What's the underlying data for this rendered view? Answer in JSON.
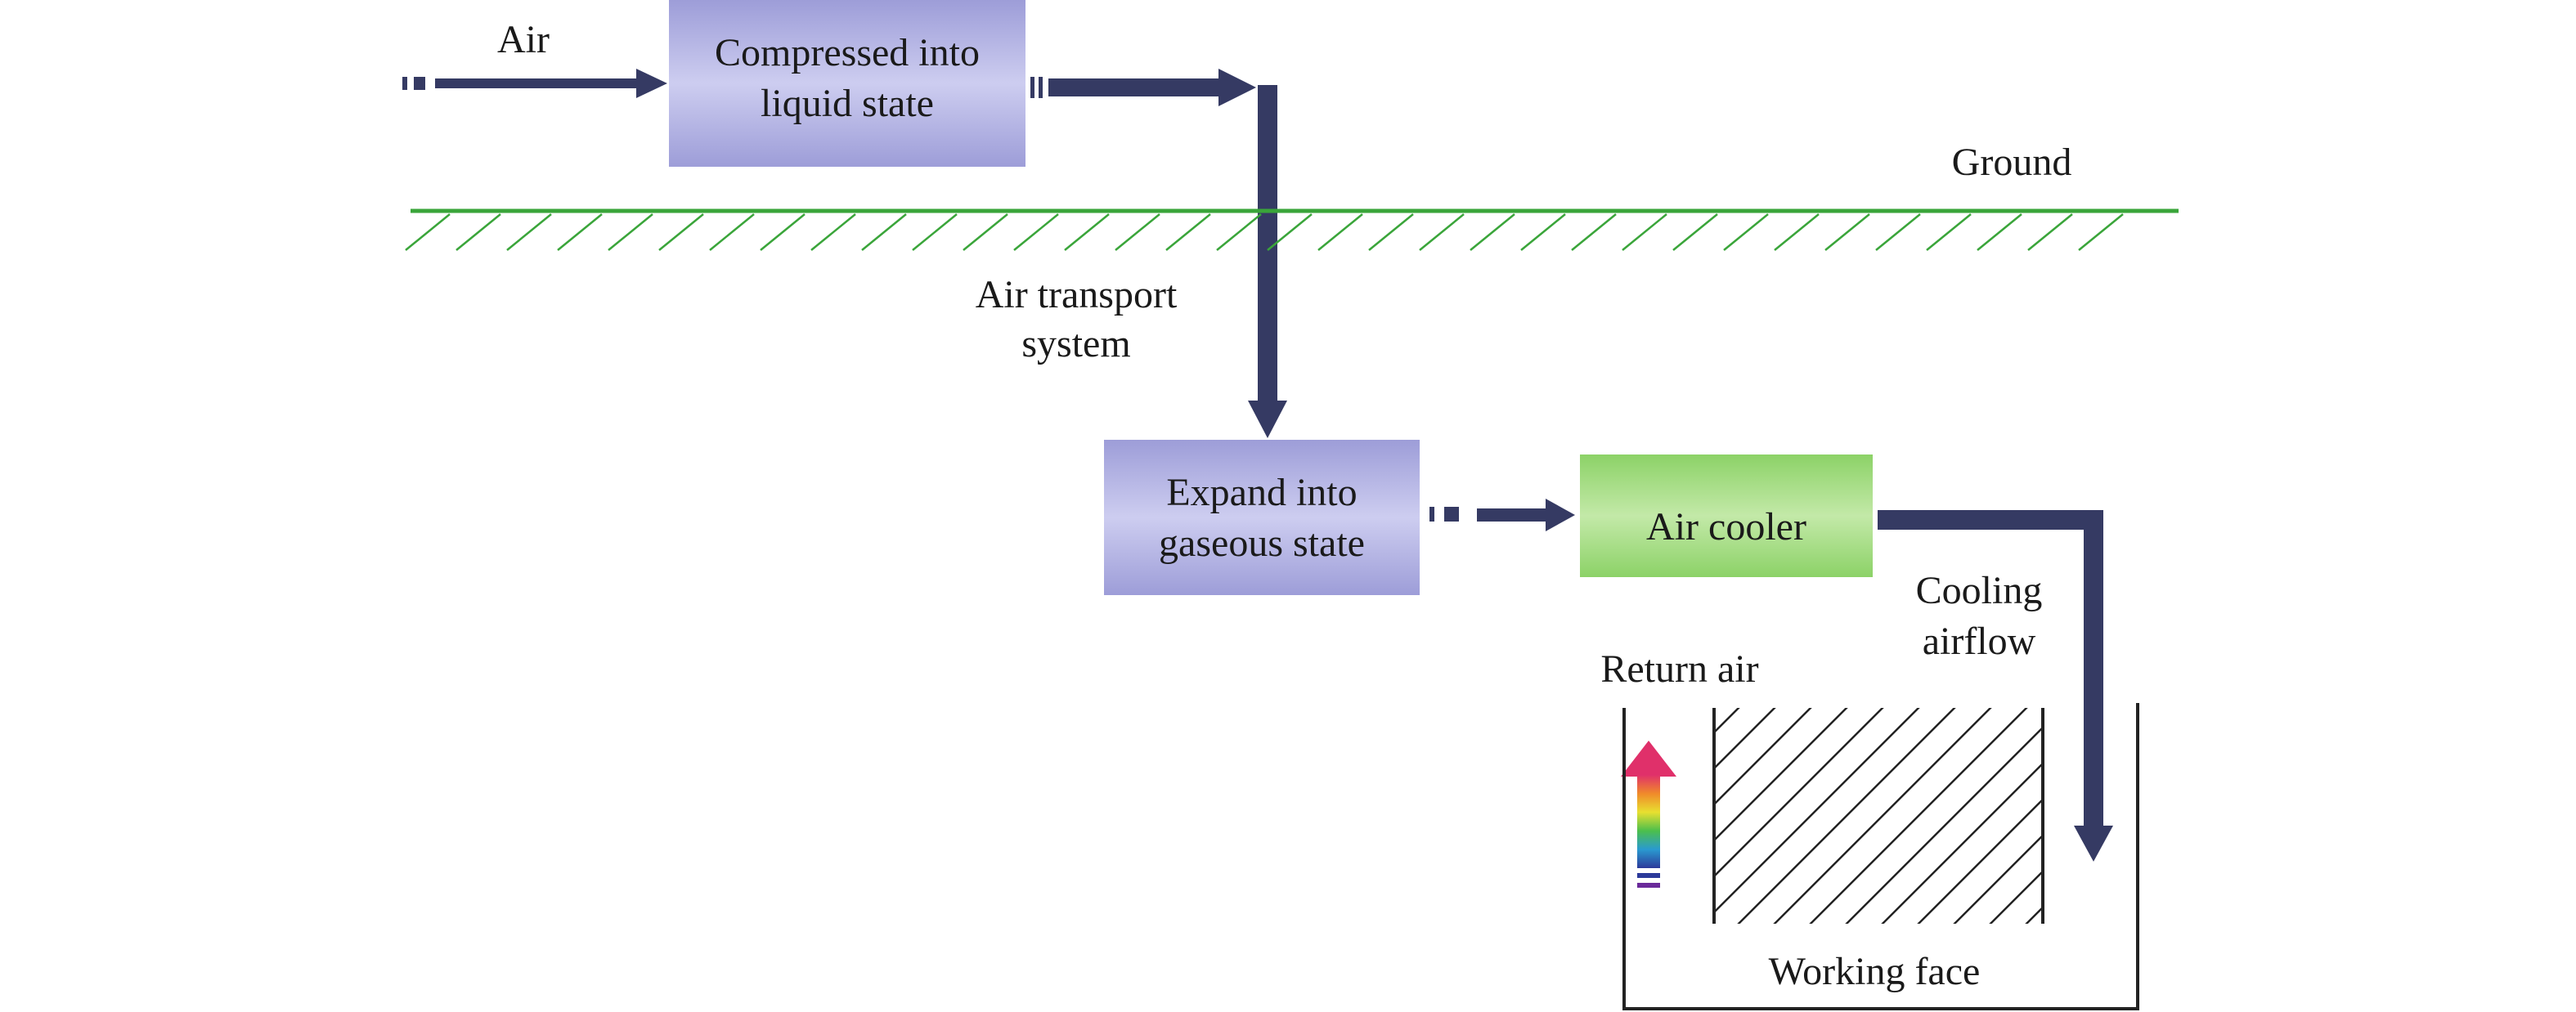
{
  "labels": {
    "air": "Air",
    "ground": "Ground",
    "air_transport_line1": "Air transport",
    "air_transport_line2": "system",
    "cooling_airflow_line1": "Cooling",
    "cooling_airflow_line2": "airflow",
    "return_air": "Return air",
    "working_face": "Working face"
  },
  "boxes": {
    "compress": {
      "line1": "Compressed into",
      "line2": "liquid state"
    },
    "expand": {
      "line1": "Expand into",
      "line2": "gaseous state"
    },
    "cooler": {
      "label": "Air cooler"
    }
  },
  "colors": {
    "arrow": "#353a63",
    "ground_line": "#3aa53a",
    "purple_box_top": "#9f9fd9",
    "purple_box_mid": "#c9c9ee",
    "green_box_top": "#8ed36a",
    "green_box_mid": "#bfe7a5"
  }
}
